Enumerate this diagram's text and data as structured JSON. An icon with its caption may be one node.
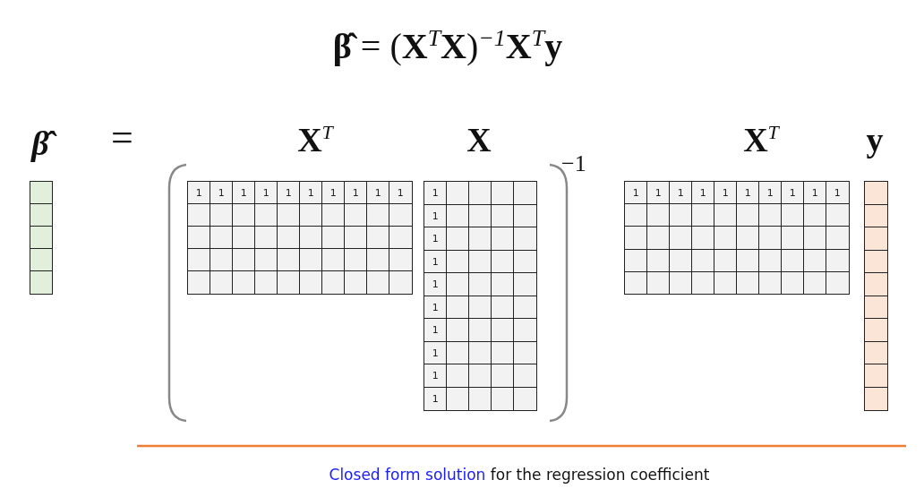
{
  "diagram": {
    "title": "**β̂** = (**X**$^{T}$**X**)$^{−1}$**X**$^{T}$**y**",
    "caption": "*Closed form solution* for the regression coefficient",
    "nodes": [
      {
        "text": [
          "β̂"
        ]
      },
      {
        "text": [
          "**X**$^{T}$",
          "1",
          "1",
          "1",
          "1",
          "1",
          "1",
          "1",
          "1",
          "1",
          "1"
        ]
      },
      {
        "text": [
          "X",
          "1",
          "1",
          "1",
          "1",
          "1",
          "1",
          "1",
          "1",
          "1",
          "1"
        ]
      },
      {
        "text": [
          "**X**$^{T}$",
          "1",
          "1",
          "1",
          "1",
          "1",
          "1",
          "1",
          "1",
          "1",
          "1"
        ]
      },
      {
        "text": [
          "y"
        ]
      }
    ],
    "labels": [
      "=",
      "−1"
    ]
  }
}
